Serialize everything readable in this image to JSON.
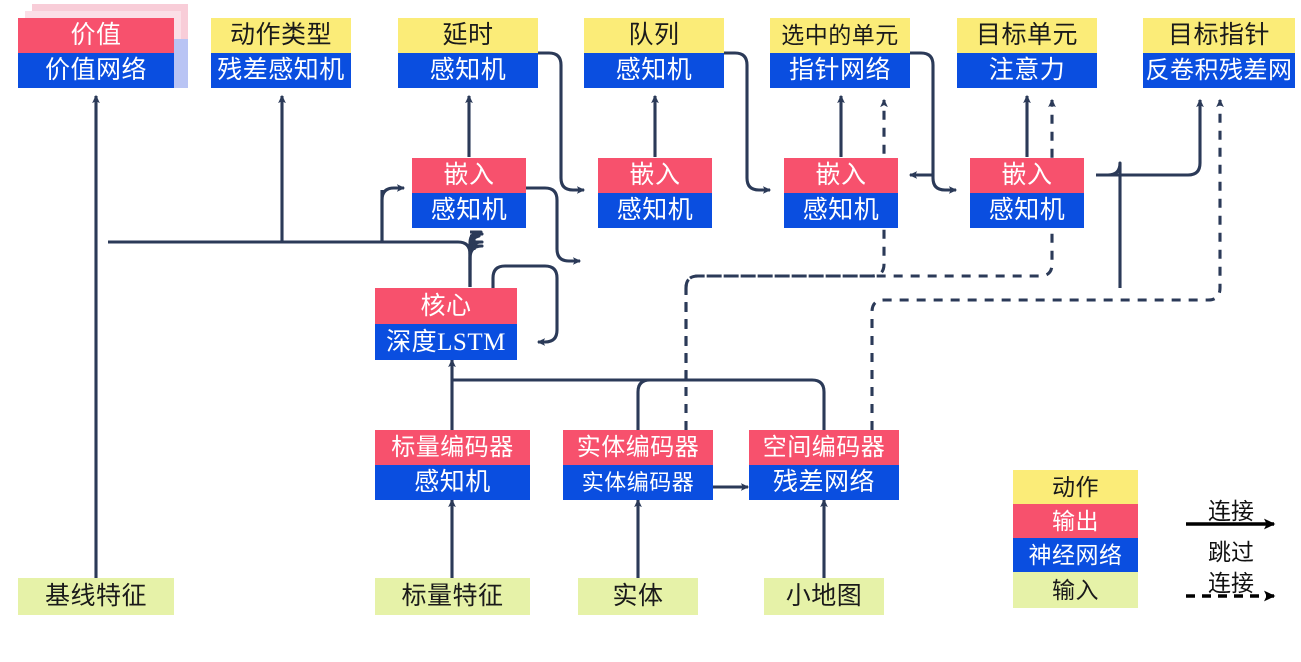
{
  "diagram": {
    "title": "AlphaStar-style agent architecture (Chinese labels)",
    "colors": {
      "action": "#fbec78",
      "output": "#f7516d",
      "network": "#0a4ee0",
      "input": "#e6f2a8",
      "wire": "#2b3a58",
      "legend_arrow": "#000000"
    }
  },
  "nodes": {
    "value": {
      "top": "价值",
      "bottom": "价值网络"
    },
    "action_type": {
      "top": "动作类型",
      "bottom": "残差感知机"
    },
    "delay": {
      "top": "延时",
      "bottom": "感知机"
    },
    "queue": {
      "top": "队列",
      "bottom": "感知机"
    },
    "selected_unit": {
      "top": "选中的单元",
      "bottom": "指针网络"
    },
    "target_unit": {
      "top": "目标单元",
      "bottom": "注意力"
    },
    "target_point": {
      "top": "目标指针",
      "bottom": "反卷积残差网"
    },
    "embed1": {
      "top": "嵌入",
      "bottom": "感知机"
    },
    "embed2": {
      "top": "嵌入",
      "bottom": "感知机"
    },
    "embed3": {
      "top": "嵌入",
      "bottom": "感知机"
    },
    "embed4": {
      "top": "嵌入",
      "bottom": "感知机"
    },
    "core": {
      "top": "核心",
      "bottom": "深度LSTM"
    },
    "scalar_encoder": {
      "top": "标量编码器",
      "bottom": "感知机"
    },
    "entity_encoder": {
      "top": "实体编码器",
      "bottom": "实体编码器"
    },
    "spatial_encoder": {
      "top": "空间编码器",
      "bottom": "残差网络"
    }
  },
  "inputs": {
    "baseline_features": "基线特征",
    "scalar_features": "标量特征",
    "entities": "实体",
    "minimap": "小地图"
  },
  "legend": {
    "swatches": [
      {
        "key": "action",
        "label": "动作"
      },
      {
        "key": "output",
        "label": "输出"
      },
      {
        "key": "network",
        "label": "神经网络"
      },
      {
        "key": "input",
        "label": "输入"
      }
    ],
    "connection_label": "连接",
    "skip_label_line1": "跳过",
    "skip_label_line2": "连接"
  }
}
